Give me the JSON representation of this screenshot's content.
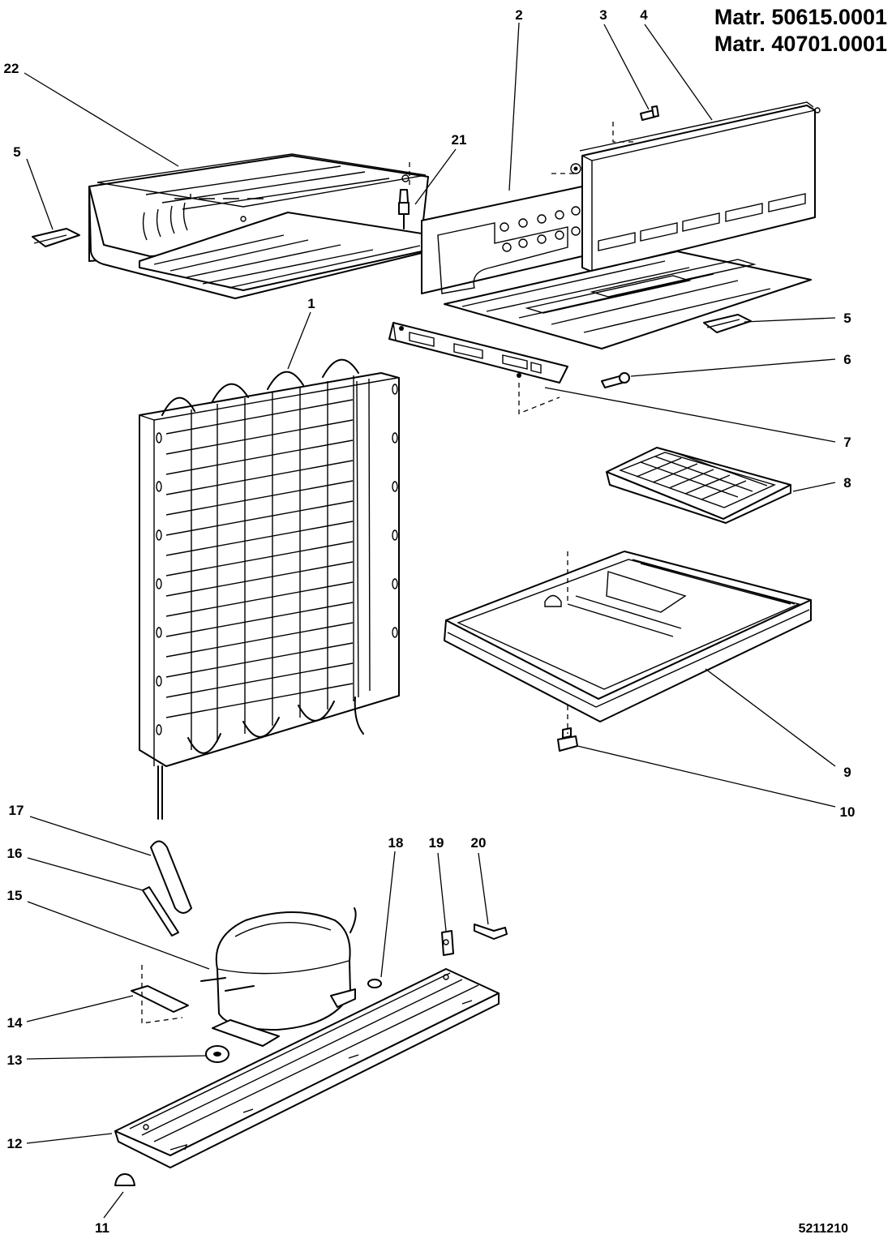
{
  "header": {
    "matr_line_1": "Matr. 50615.0001",
    "matr_line_2": "Matr. 40701.0001"
  },
  "document_number": "5211210",
  "callouts": [
    "1",
    "2",
    "3",
    "4",
    "5",
    "5",
    "6",
    "7",
    "8",
    "9",
    "10",
    "11",
    "12",
    "13",
    "14",
    "15",
    "16",
    "17",
    "18",
    "19",
    "20",
    "21",
    "22"
  ],
  "colors": {
    "ink": "#000000",
    "paper": "#ffffff"
  }
}
